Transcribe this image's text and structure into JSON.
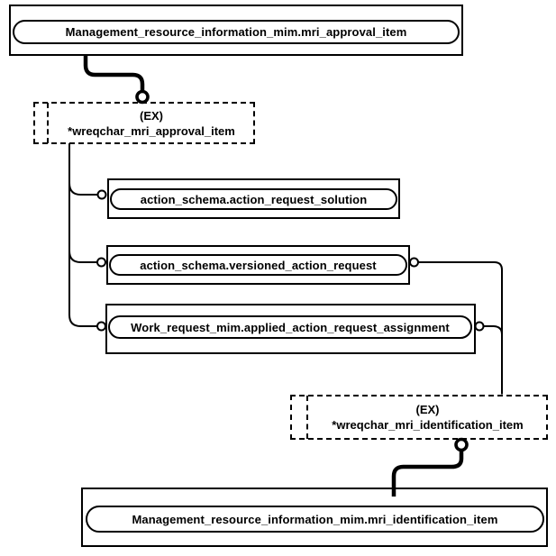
{
  "colors": {
    "ink": "#000000",
    "paper": "#ffffff"
  },
  "diagram": {
    "top_entity": {
      "label": "Management_resource_information_mim.mri_approval_item"
    },
    "approval_select": {
      "tag": "(EX)",
      "label": "*wreqchar_mri_approval_item"
    },
    "action_request_solution": {
      "label": "action_schema.action_request_solution"
    },
    "versioned_action_request": {
      "label": "action_schema.versioned_action_request"
    },
    "applied_action_request_assignment": {
      "label": "Work_request_mim.applied_action_request_assignment"
    },
    "identification_select": {
      "tag": "(EX)",
      "label": "*wreqchar_mri_identification_item"
    },
    "bottom_entity": {
      "label": "Management_resource_information_mim.mri_identification_item"
    }
  }
}
